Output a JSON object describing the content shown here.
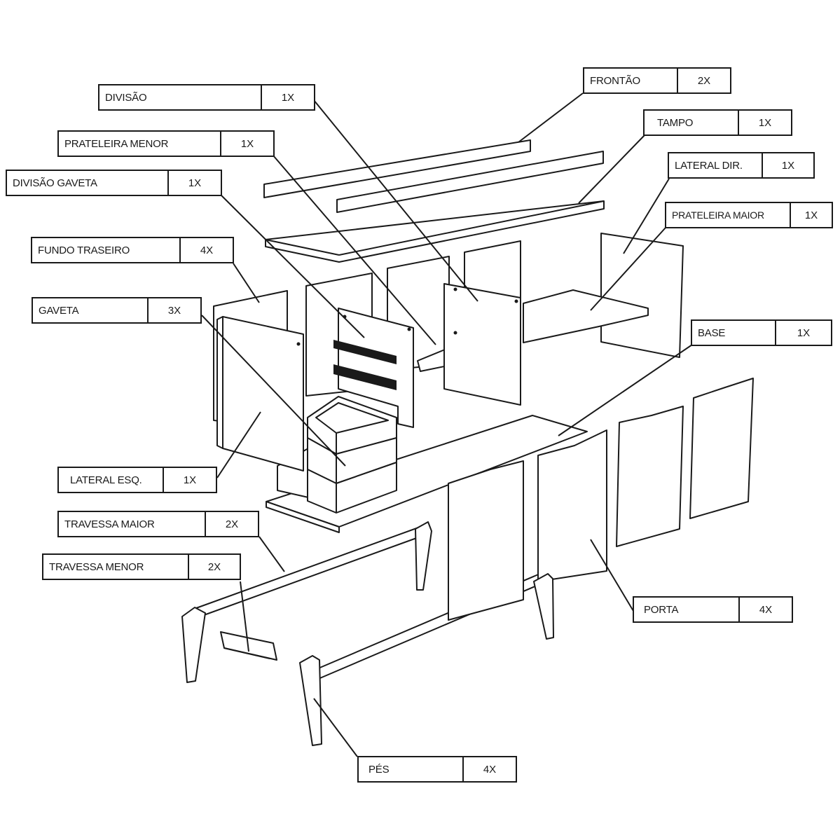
{
  "labels": {
    "frontao": {
      "name": "FRONTÃO",
      "qty": "2X"
    },
    "divisao": {
      "name": "DIVISÃO",
      "qty": "1X"
    },
    "tampo": {
      "name": "TAMPO",
      "qty": "1X"
    },
    "prateleira_menor": {
      "name": "PRATELEIRA MENOR",
      "qty": "1X"
    },
    "lateral_dir": {
      "name": "LATERAL DIR.",
      "qty": "1X"
    },
    "divisao_gaveta": {
      "name": "DIVISÃO GAVETA",
      "qty": "1X"
    },
    "prateleira_maior": {
      "name": "PRATELEIRA MAIOR",
      "qty": "1X"
    },
    "fundo_traseiro": {
      "name": "FUNDO TRASEIRO",
      "qty": "4X"
    },
    "gaveta": {
      "name": "GAVETA",
      "qty": "3X"
    },
    "base": {
      "name": "BASE",
      "qty": "1X"
    },
    "lateral_esq": {
      "name": "LATERAL ESQ.",
      "qty": "1X"
    },
    "travessa_maior": {
      "name": "TRAVESSA MAIOR",
      "qty": "2X"
    },
    "travessa_menor": {
      "name": "TRAVESSA MENOR",
      "qty": "2X"
    },
    "porta": {
      "name": "PORTA",
      "qty": "4X"
    },
    "pes": {
      "name": "PÉS",
      "qty": "4X"
    }
  }
}
